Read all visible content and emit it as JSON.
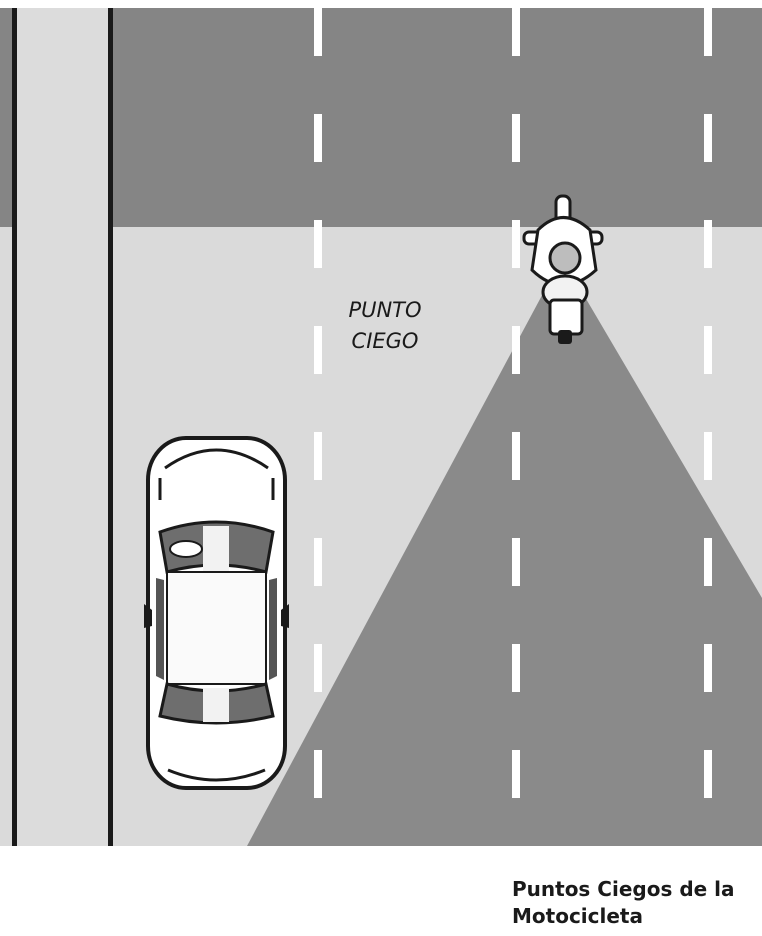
{
  "diagram": {
    "blind_spot_label": {
      "line1": "PUNTO",
      "line2": "CIEGO"
    },
    "caption": {
      "line1": "Puntos Ciegos de la",
      "line2": "Motocicleta"
    },
    "colors": {
      "road_dark": "#858585",
      "road_light": "#dadada",
      "blind_zone": "#8a8a8a",
      "lane_marking": "#ffffff",
      "curb_line": "#1a1a1a"
    },
    "icons": [
      "motorcycle-icon",
      "car-icon"
    ]
  }
}
